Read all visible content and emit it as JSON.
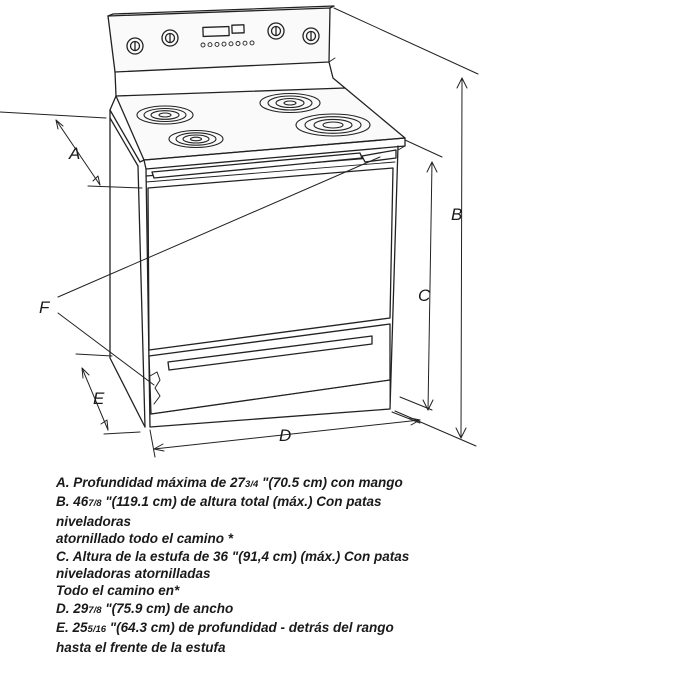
{
  "labels": {
    "a": "A",
    "b": "B",
    "c": "C",
    "d": "D",
    "e": "E",
    "f": "F"
  },
  "legend": {
    "a_pre": "A. Profundidad máxima de 27",
    "a_frac": "3/4",
    "a_post": " \"(70.5 cm) con mango",
    "b_pre": "B. 46",
    "b_frac": "7/8",
    "b_post": " \"(119.1 cm) de altura total (máx.) Con patas",
    "b_line2": "niveladoras",
    "b_line3": "atornillado todo el camino *",
    "c_line1": "C. Altura de la estufa de 36 \"(91,4 cm) (máx.) Con patas",
    "c_line2": "niveladoras atornilladas",
    "c_line3": "Todo el camino en*",
    "d_pre": "D. 29",
    "d_frac": "7/8",
    "d_post": " \"(75.9 cm) de ancho",
    "e_pre": "E. 25",
    "e_frac": "5/16",
    "e_post": " \"(64.3 cm) de profundidad - detrás del rango",
    "e_line2": "hasta el frente de la estufa"
  }
}
